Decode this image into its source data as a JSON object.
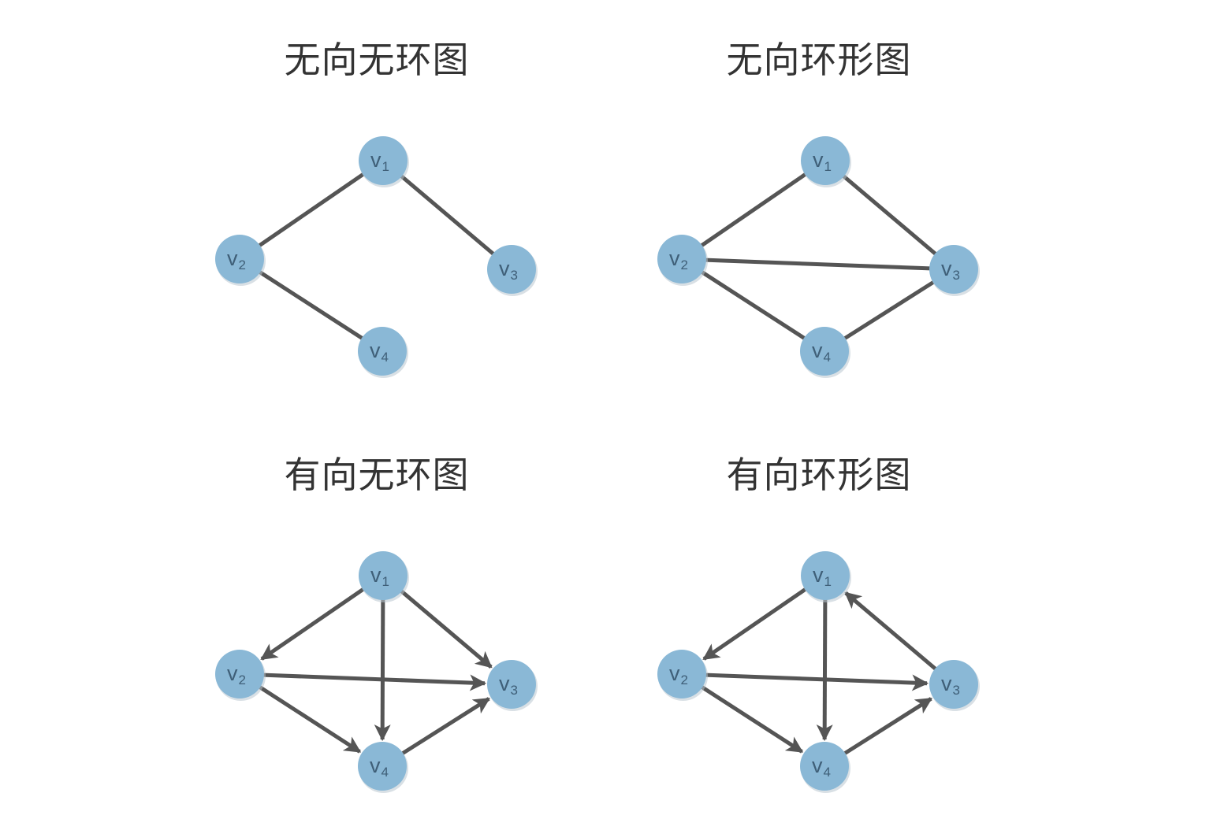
{
  "colors": {
    "background": "#ffffff",
    "node_fill": "#8ab8d6",
    "node_shadow": "#b9c6cf",
    "edge": "#555555",
    "label": "#3f5f78",
    "title": "#333333"
  },
  "nodes": {
    "v1": {
      "main": "v",
      "sub": "1"
    },
    "v2": {
      "main": "v",
      "sub": "2"
    },
    "v3": {
      "main": "v",
      "sub": "3"
    },
    "v4": {
      "main": "v",
      "sub": "4"
    }
  },
  "diagrams": [
    {
      "title": "无向无环图",
      "directed": false,
      "edges": [
        [
          "v1",
          "v2"
        ],
        [
          "v1",
          "v3"
        ],
        [
          "v2",
          "v4"
        ]
      ]
    },
    {
      "title": "无向环形图",
      "directed": false,
      "edges": [
        [
          "v1",
          "v2"
        ],
        [
          "v1",
          "v3"
        ],
        [
          "v2",
          "v3"
        ],
        [
          "v2",
          "v4"
        ],
        [
          "v3",
          "v4"
        ]
      ]
    },
    {
      "title": "有向无环图",
      "directed": true,
      "edges": [
        [
          "v1",
          "v2"
        ],
        [
          "v1",
          "v3"
        ],
        [
          "v1",
          "v4"
        ],
        [
          "v2",
          "v3"
        ],
        [
          "v2",
          "v4"
        ],
        [
          "v4",
          "v3"
        ]
      ]
    },
    {
      "title": "有向环形图",
      "directed": true,
      "edges": [
        [
          "v1",
          "v2"
        ],
        [
          "v3",
          "v1"
        ],
        [
          "v1",
          "v4"
        ],
        [
          "v2",
          "v3"
        ],
        [
          "v2",
          "v4"
        ],
        [
          "v4",
          "v3"
        ]
      ]
    }
  ]
}
